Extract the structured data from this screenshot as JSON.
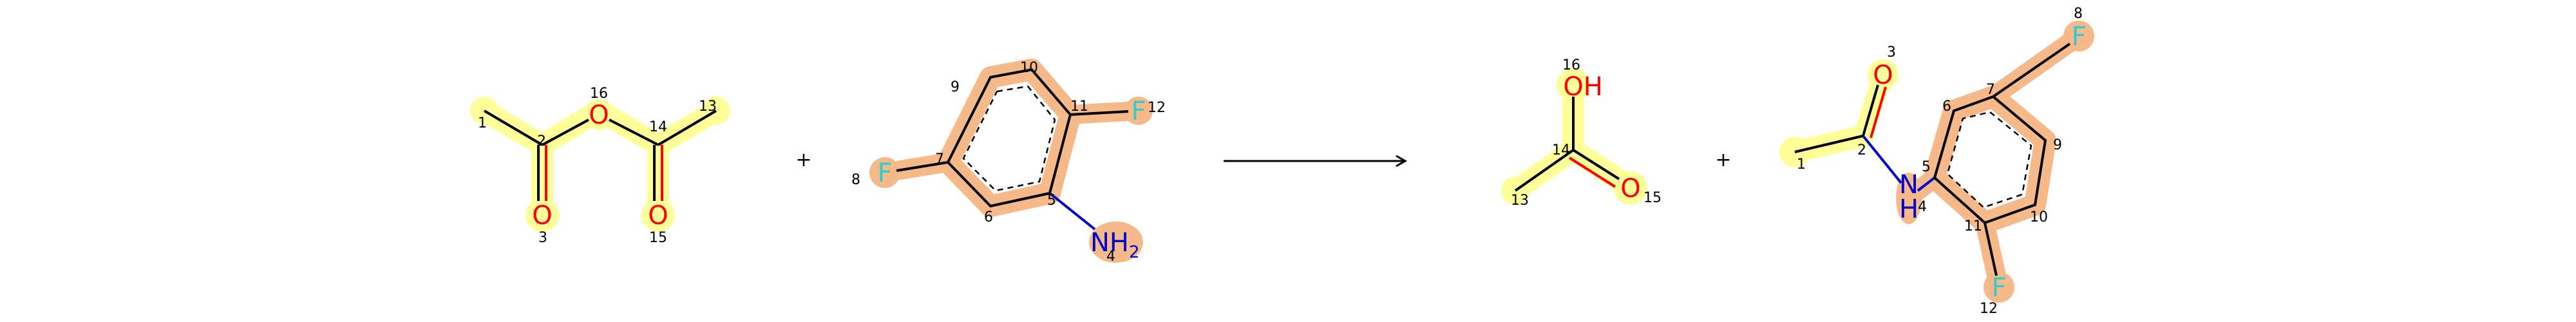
{
  "colors": {
    "highlight_yellow": "#ffff99",
    "highlight_orange": "#f5b98a",
    "oxygen": "#ff0000",
    "nitrogen": "#0000cc",
    "fluorine": "#33cccc",
    "bond": "#000000"
  },
  "reaction": {
    "plus_1": "+",
    "plus_2": "+",
    "arrow": "reaction-arrow"
  },
  "reactant_1": {
    "atoms": {
      "o16": "O",
      "o3": "O",
      "o15": "O"
    },
    "indices": {
      "i1": "1",
      "i2": "2",
      "i3": "3",
      "i13": "13",
      "i14": "14",
      "i15": "15",
      "i16": "16"
    }
  },
  "reactant_2": {
    "atoms": {
      "f8": "F",
      "f12": "F",
      "n4": "NH",
      "n4_sub": "2"
    },
    "indices": {
      "i4": "4",
      "i5": "5",
      "i6": "6",
      "i7": "7",
      "i8": "8",
      "i9": "9",
      "i10": "10",
      "i11": "11",
      "i12": "12"
    }
  },
  "product_1": {
    "atoms": {
      "o16": "OH",
      "o15": "O"
    },
    "indices": {
      "i13": "13",
      "i14": "14",
      "i15": "15",
      "i16": "16"
    }
  },
  "product_2": {
    "atoms": {
      "o3": "O",
      "n4": "N",
      "n4_h": "H",
      "f8": "F",
      "f12": "F"
    },
    "indices": {
      "i1": "1",
      "i2": "2",
      "i3": "3",
      "i4": "4",
      "i5": "5",
      "i6": "6",
      "i7": "7",
      "i8": "8",
      "i9": "9",
      "i10": "10",
      "i11": "11",
      "i12": "12"
    }
  }
}
